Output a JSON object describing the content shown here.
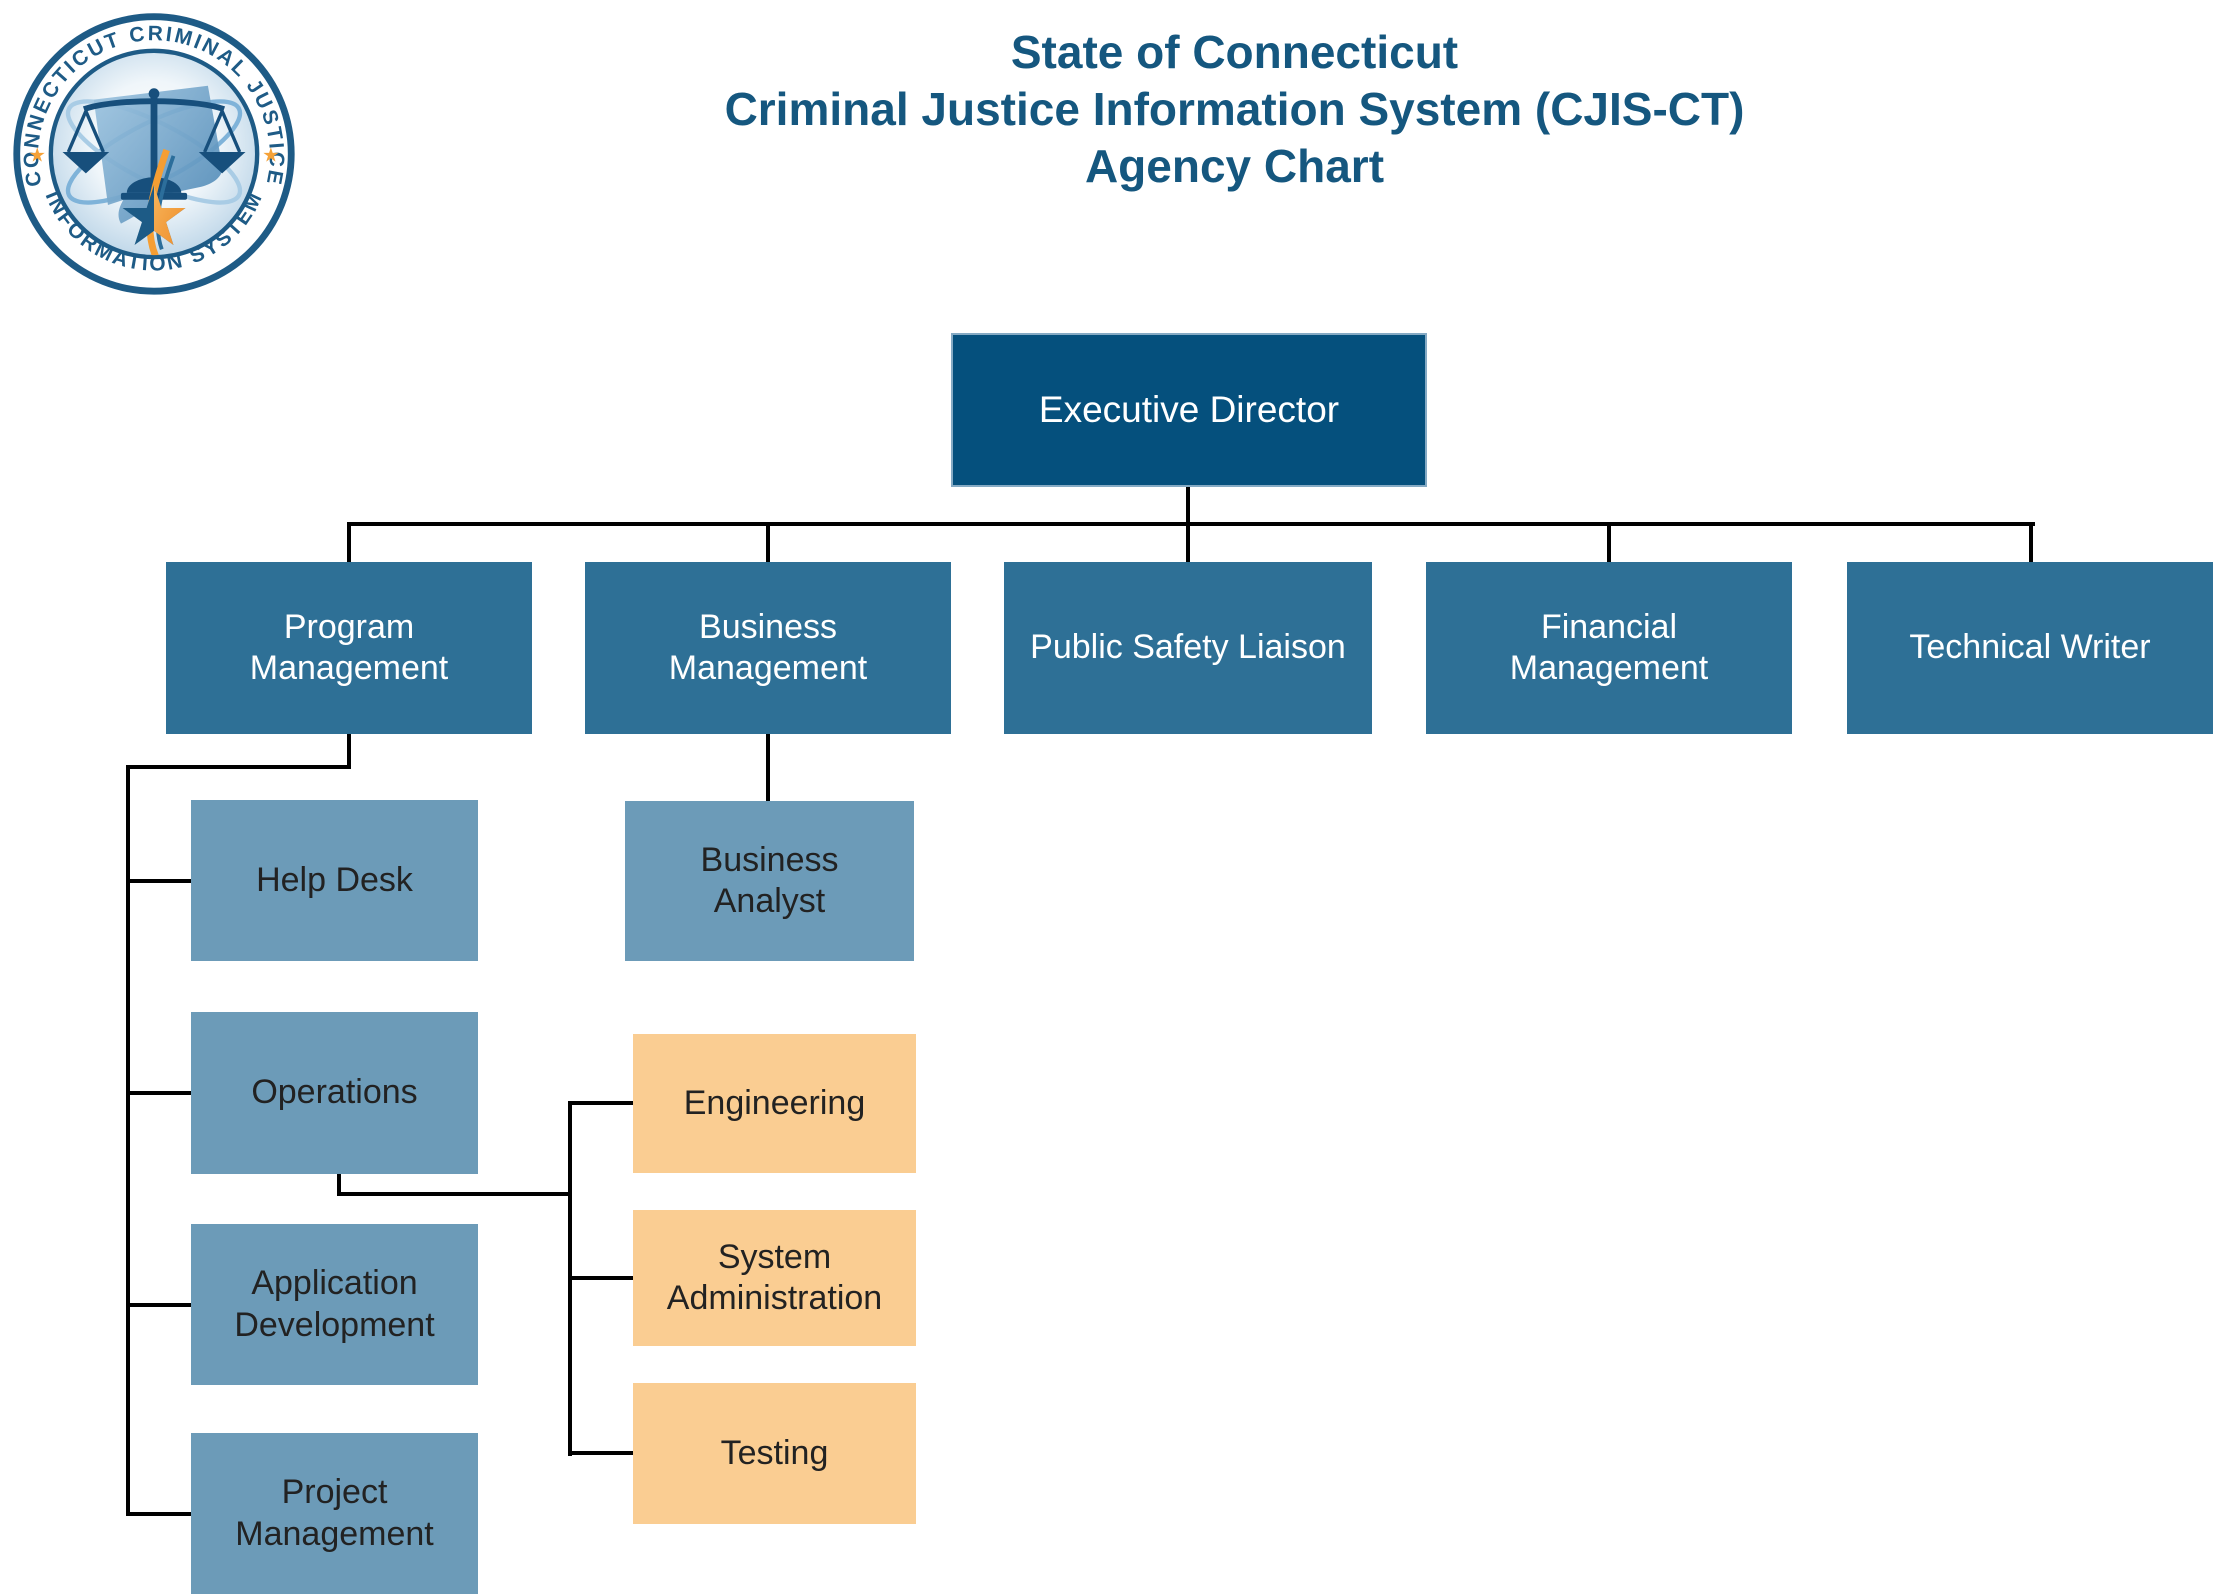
{
  "title": {
    "line1": "State of Connecticut",
    "line2": "Criminal Justice Information System (CJIS-CT)",
    "line3": "Agency Chart"
  },
  "logo": {
    "arc_top": "CONNECTICUT CRIMINAL JUSTICE",
    "arc_bottom": "INFORMATION SYSTEM",
    "star_glyph": "★"
  },
  "colors": {
    "title_text": "#15577F",
    "executive_fill": "#05507D",
    "level2_fill": "#2E7096",
    "level3_fill": "#6C9BB8",
    "orange_fill": "#FACD92",
    "connector": "#000000",
    "seal_blue": "#1E5B86",
    "seal_star_orange": "#F5A238"
  },
  "org": {
    "executive": {
      "label": "Executive Director"
    },
    "level2": [
      {
        "id": "program-management",
        "label": "Program\nManagement"
      },
      {
        "id": "business-management",
        "label": "Business\nManagement"
      },
      {
        "id": "public-safety-liaison",
        "label": "Public Safety Liaison"
      },
      {
        "id": "financial-management",
        "label": "Financial\nManagement"
      },
      {
        "id": "technical-writer",
        "label": "Technical Writer"
      }
    ],
    "program_children": [
      {
        "id": "help-desk",
        "label": "Help Desk"
      },
      {
        "id": "operations",
        "label": "Operations"
      },
      {
        "id": "application-development",
        "label": "Application\nDevelopment"
      },
      {
        "id": "project-management",
        "label": "Project\nManagement"
      }
    ],
    "business_children": [
      {
        "id": "business-analyst",
        "label": "Business\nAnalyst"
      }
    ],
    "operations_children": [
      {
        "id": "engineering",
        "label": "Engineering"
      },
      {
        "id": "system-administration",
        "label": "System\nAdministration"
      },
      {
        "id": "testing",
        "label": "Testing"
      }
    ]
  }
}
